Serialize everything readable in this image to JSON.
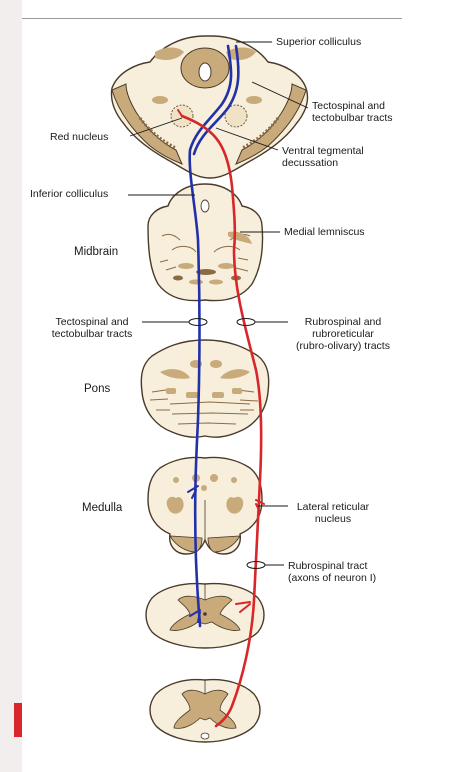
{
  "labels": {
    "superior_colliculus": "Superior colliculus",
    "tectospinal_top": "Tectospinal and\ntectobulbar tracts",
    "red_nucleus": "Red nucleus",
    "ventral_tegmental": "Ventral tegmental\ndecussation",
    "inferior_colliculus": "Inferior colliculus",
    "medial_lemniscus": "Medial lemniscus",
    "midbrain": "Midbrain",
    "tectospinal_mid": "Tectospinal and\ntectobulbar tracts",
    "rubrospinal_rubroreticular": "Rubrospinal and\nrubroreticular\n(rubro-olivary) tracts",
    "pons": "Pons",
    "medulla": "Medulla",
    "lateral_reticular": "Lateral reticular\nnucleus",
    "rubrospinal_tract": "Rubrospinal tract\n(axons of neuron I)"
  },
  "colors": {
    "tissue": "#f7efdc",
    "tissue_outline": "#4a3a2a",
    "gray_matter": "#c9aa7a",
    "gray_dark": "#8c6b43",
    "tract_blue": "#2231a8",
    "tract_red": "#d8262a"
  }
}
